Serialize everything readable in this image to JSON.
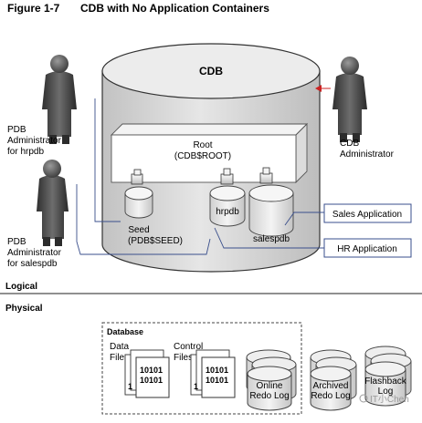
{
  "figure": {
    "number": "Figure 1-7",
    "title": "CDB with No Application Containers"
  },
  "cdb": {
    "label": "CDB"
  },
  "root": {
    "line1": "Root",
    "line2": "(CDB$ROOT)"
  },
  "pdbs": {
    "seed": {
      "line1": "Seed",
      "line2": "(PDB$SEED)"
    },
    "hrpdb": {
      "label": "hrpdb"
    },
    "salespdb": {
      "label": "salespdb"
    }
  },
  "people": {
    "pdb_admin_hr": {
      "line1": "PDB",
      "line2": "Administrator",
      "line3": "for hrpdb"
    },
    "pdb_admin_sales": {
      "line1": "PDB",
      "line2": "Administrator",
      "line3": "for salespdb"
    },
    "cdb_admin": {
      "line1": "CDB",
      "line2": "Administrator"
    }
  },
  "applications": {
    "sales": "Sales Application",
    "hr": "HR Application"
  },
  "sections": {
    "logical": "Logical",
    "physical": "Physical"
  },
  "physical": {
    "database_label": "Database",
    "data_files": {
      "line1": "Data",
      "line2": "Files"
    },
    "control_files": {
      "line1": "Control",
      "line2": "Files"
    },
    "file_bits": {
      "row1": "10101",
      "row2": "10101",
      "left": "1"
    },
    "online_redo": {
      "line1": "Online",
      "line2": "Redo Log"
    },
    "archived_redo": {
      "line1": "Archived",
      "line2": "Redo Log"
    },
    "flashback": {
      "line1": "Flashback",
      "line2": "Log"
    }
  },
  "watermark": "IT小Chen",
  "colors": {
    "accent_red": "#cc2222",
    "connector_blue": "#3a4f8c",
    "cylinder_gray": "#d2d2d2"
  }
}
